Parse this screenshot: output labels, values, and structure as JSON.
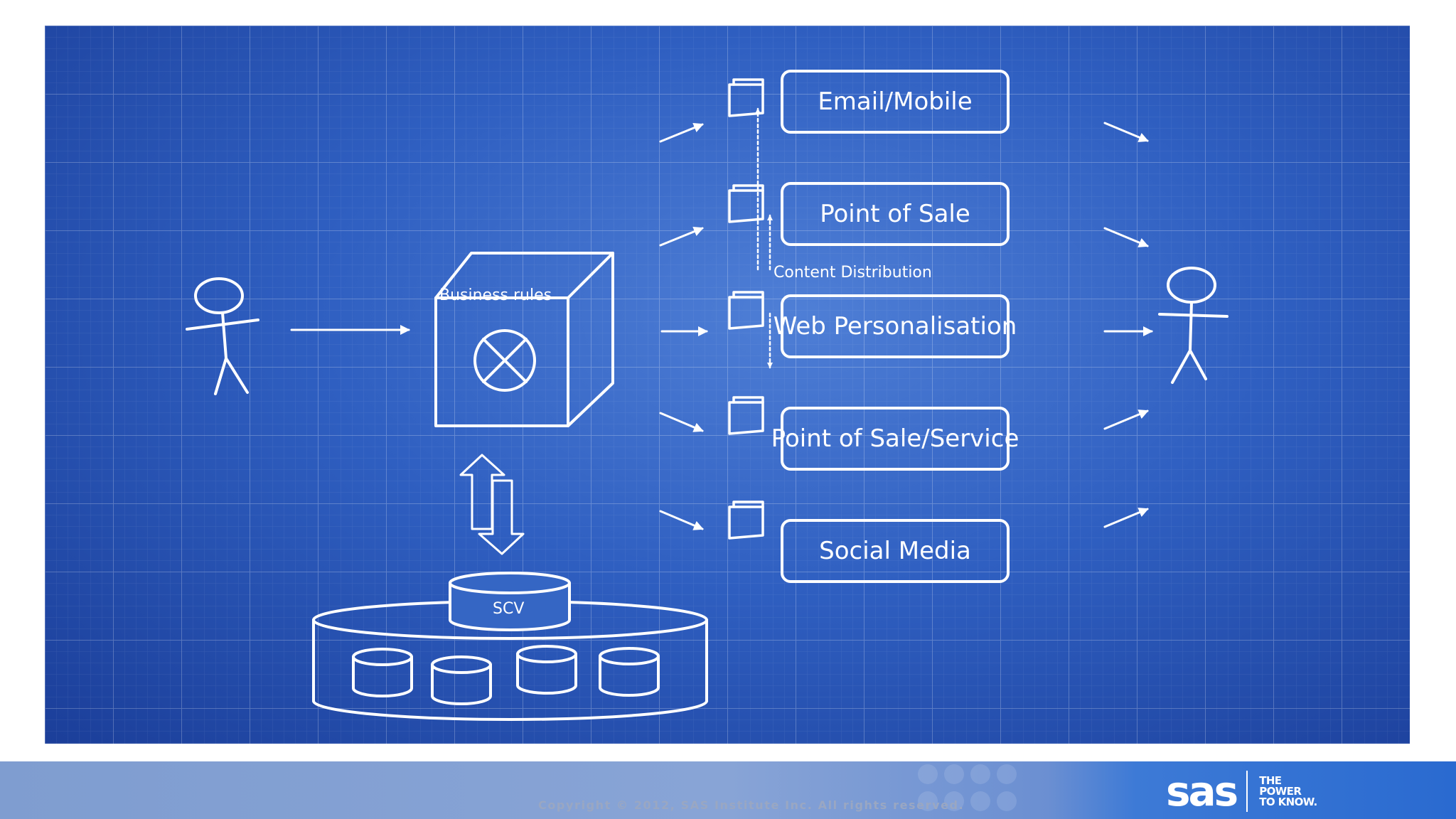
{
  "diagram": {
    "business_rules_label": "Business rules",
    "scv_label": "SCV",
    "content_distribution_label": "Content Distribution",
    "channels": [
      {
        "label": "Email/Mobile"
      },
      {
        "label": "Point of Sale"
      },
      {
        "label": "Web Personalisation"
      },
      {
        "label": "Point of Sale/Service"
      },
      {
        "label": "Social Media"
      }
    ]
  },
  "footer": {
    "copyright": "Copyright © 2012, SAS Institute Inc. All rights reserved.",
    "logo_text": "sas",
    "tagline": [
      "THE",
      "POWER",
      "TO KNOW."
    ]
  },
  "colors": {
    "blueprint_background": "#2f5fc1",
    "line": "#ffffff",
    "footer_band": "#7f9dd0"
  }
}
